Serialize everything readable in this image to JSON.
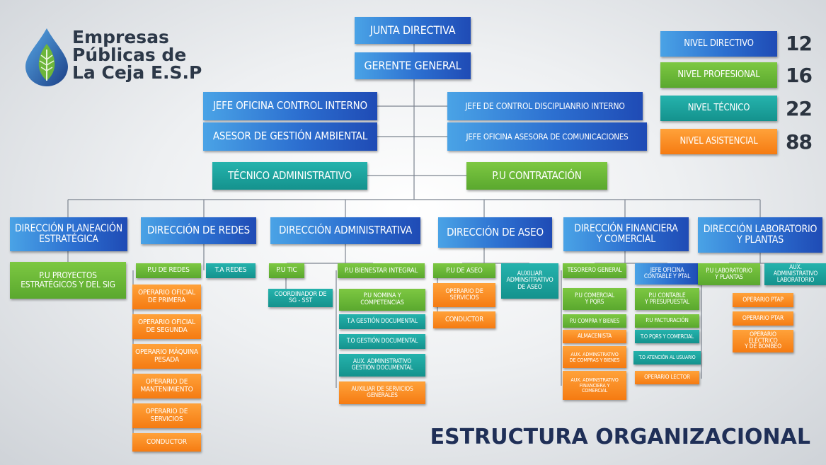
{
  "logo": {
    "text": "Empresas\nPúblicas de\nLa Ceja E.S.P"
  },
  "footer": {
    "title": "ESTRUCTURA ORGANIZACIONAL"
  },
  "levels": [
    {
      "label": "NIVEL DIRECTIVO",
      "count": "12",
      "color": "#2f79d8"
    },
    {
      "label": "NIVEL PROFESIONAL",
      "count": "16",
      "color": "#6ab83a"
    },
    {
      "label": "NIVEL TÉCNICO",
      "count": "22",
      "color": "#1ba39e"
    },
    {
      "label": "NIVEL ASISTENCIAL",
      "count": "88",
      "color": "#f78a1e"
    }
  ],
  "top": {
    "junta": "JUNTA DIRECTIVA",
    "gerente": "GERENTE GENERAL",
    "control_interno": "JEFE OFICINA CONTROL INTERNO",
    "control_disciplinario": "JEFE DE CONTROL DISCIPLIANRIO INTERNO",
    "gestion_ambiental": "ASESOR DE GESTIÓN AMBIENTAL",
    "comunicaciones": "JEFE OFICINA ASESORA DE COMUNICACIONES",
    "tecnico_admin": "TÉCNICO ADMINISTRATIVO",
    "contratacion": "P.U CONTRATACIÓN"
  },
  "directions": {
    "planeacion": "DIRECCIÓN PLANEACIÓN\nESTRATÉGICA",
    "redes": "DIRECCIÓN DE REDES",
    "administrativa": "DIRECCIÓN ADMINISTRATIVA",
    "aseo": "DIRECCIÓN DE ASEO",
    "financiera": "DIRECCIÓN FINANCIERA\nY COMERCIAL",
    "laboratorio": "DIRECCIÓN LABORATORIO\nY PLANTAS"
  },
  "planeacion": {
    "proyectos": "P.U PROYECTOS\nESTRATÉGICOS Y DEL SIG"
  },
  "redes": {
    "pu_redes": "P.U DE REDES",
    "ta_redes": "T.A REDES",
    "op_primera": "OPERARIO OFICIAL\nDE PRIMERA",
    "op_segunda": "OPERARIO OFICIAL\nDE SEGUNDA",
    "op_maquina": "OPERARIO MÁQUINA\nPESADA",
    "op_mantenimiento": "OPERARIO DE\nMANTENIMIENTO",
    "op_servicios": "OPERARIO DE\nSERVICIOS",
    "conductor": "CONDUCTOR"
  },
  "administrativa": {
    "pu_tic": "P.U TIC",
    "pu_bienestar": "P.U BIENESTAR INTEGRAL",
    "coordinador": "COORDINADOR DE\nSG - SST",
    "pu_nomina": "P.U NOMINA Y\nCOMPETENCIAS",
    "ta_gestion": "T.A GESTIÓN DOCUMENTAL",
    "to_gestion": "T.O GESTIÓN DOCUMENTAL",
    "aux_gestion": "AUX. ADMINISTRATIVO\nGESTIÓN DOCUMENTAL",
    "aux_servicios": "AUXILIAR DE SERVICIOS\nGENERALES"
  },
  "aseo": {
    "pu_aseo": "P.U DE ASEO",
    "aux_aseo": "AUXILIAR\nADMINSITRATIVO\nDE ASEO",
    "op_servicios": "OPERARIO DE\nSERVICIOS",
    "conductor": "CONDUCTOR"
  },
  "financiera": {
    "tesorero": "TESORERO GENERAL",
    "jefe_contable": "JEFE OFICINA\nCONTABLE Y PTAL",
    "pu_comercial": "P.U COMERCIAL\nY PQRS",
    "pu_contable": "P.U CONTABLE\nY PRESUPUESTAL",
    "pu_compra": "P.U COMPRA Y BIENES",
    "pu_facturacion": "P.U FACTURACIÓN",
    "almacenista": "ALMACENISTA",
    "to_pqrs": "T.O PQRS Y COMERCIAL",
    "aux_compras": "AUX. ADMINSTRATIVO\nDE COMPRAS Y BIENES",
    "to_atencion": "T.O ATENCIÓN AL USUARIO",
    "aux_financiera": "AUX. ADMINSTRATIVO\nFINANCIERA Y\nCOMERCIAL",
    "op_lector": "OPERARIO LECTOR"
  },
  "laboratorio": {
    "pu_lab": "P.U LABORATORIO\nY PLANTAS",
    "aux_lab": "AUX. ADMINISTRATIVO\nLABORATORIO",
    "op_ptap": "OPERARIO PTAP",
    "op_ptar": "OPERARIO PTAR",
    "op_electrico": "OPERARIO ELÉCTRICO\nY DE BOMBEO"
  }
}
